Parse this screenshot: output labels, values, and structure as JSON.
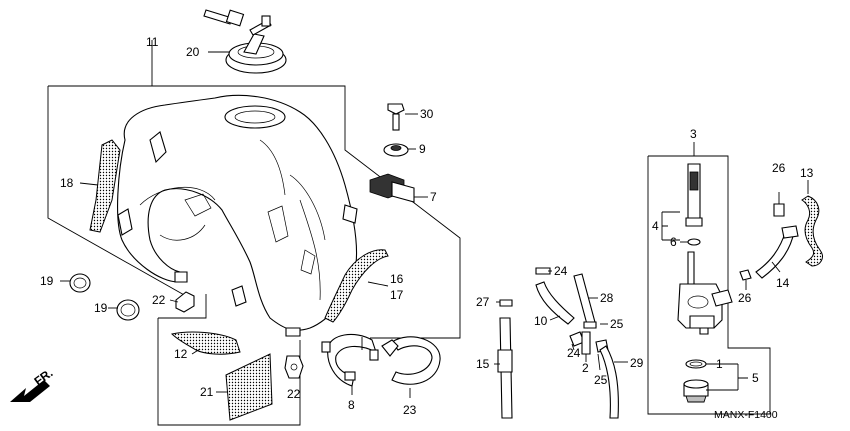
{
  "diagram": {
    "code": "MANX-F1400",
    "direction_label": "FR.",
    "labels": {
      "p1": "1",
      "p2": "2",
      "p3": "3",
      "p4": "4",
      "p5": "5",
      "p6": "6",
      "p7": "7",
      "p8": "8",
      "p9": "9",
      "p10": "10",
      "p11": "11",
      "p12": "12",
      "p13": "13",
      "p14": "14",
      "p15": "15",
      "p16": "16",
      "p17": "17",
      "p18": "18",
      "p19a": "19",
      "p19b": "19",
      "p20": "20",
      "p21": "21",
      "p22a": "22",
      "p22b": "22",
      "p23": "23",
      "p24a": "24",
      "p24b": "24",
      "p25a": "25",
      "p25b": "25",
      "p26a": "26",
      "p26b": "26",
      "p27": "27",
      "p28": "28",
      "p29": "29",
      "p30": "30"
    }
  }
}
